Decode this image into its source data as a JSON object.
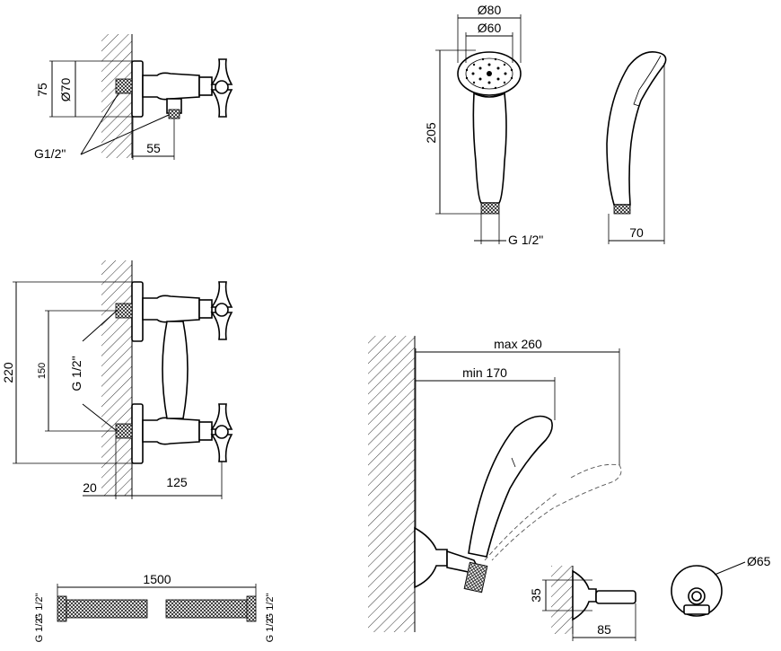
{
  "dimensions": {
    "d70": "Ø70",
    "h75": "75",
    "g12_top": "G1/2\"",
    "w55": "55",
    "d80": "Ø80",
    "d60": "Ø60",
    "h205": "205",
    "g12_shower": "G 1/2\"",
    "w70": "70",
    "h220": "220",
    "h150": "150",
    "g12_mixer": "G 1/2\"",
    "w20": "20",
    "w125": "125",
    "max260": "max 260",
    "min170": "min 170",
    "d65": "Ø65",
    "h35": "35",
    "w85": "85",
    "l1500": "1500",
    "g12_hose_left1": "G 1/2\"",
    "g12_hose_left2": "G 1/2\"",
    "g12_hose_right1": "G 1/2\"",
    "g12_hose_right2": "G 1/2\""
  }
}
